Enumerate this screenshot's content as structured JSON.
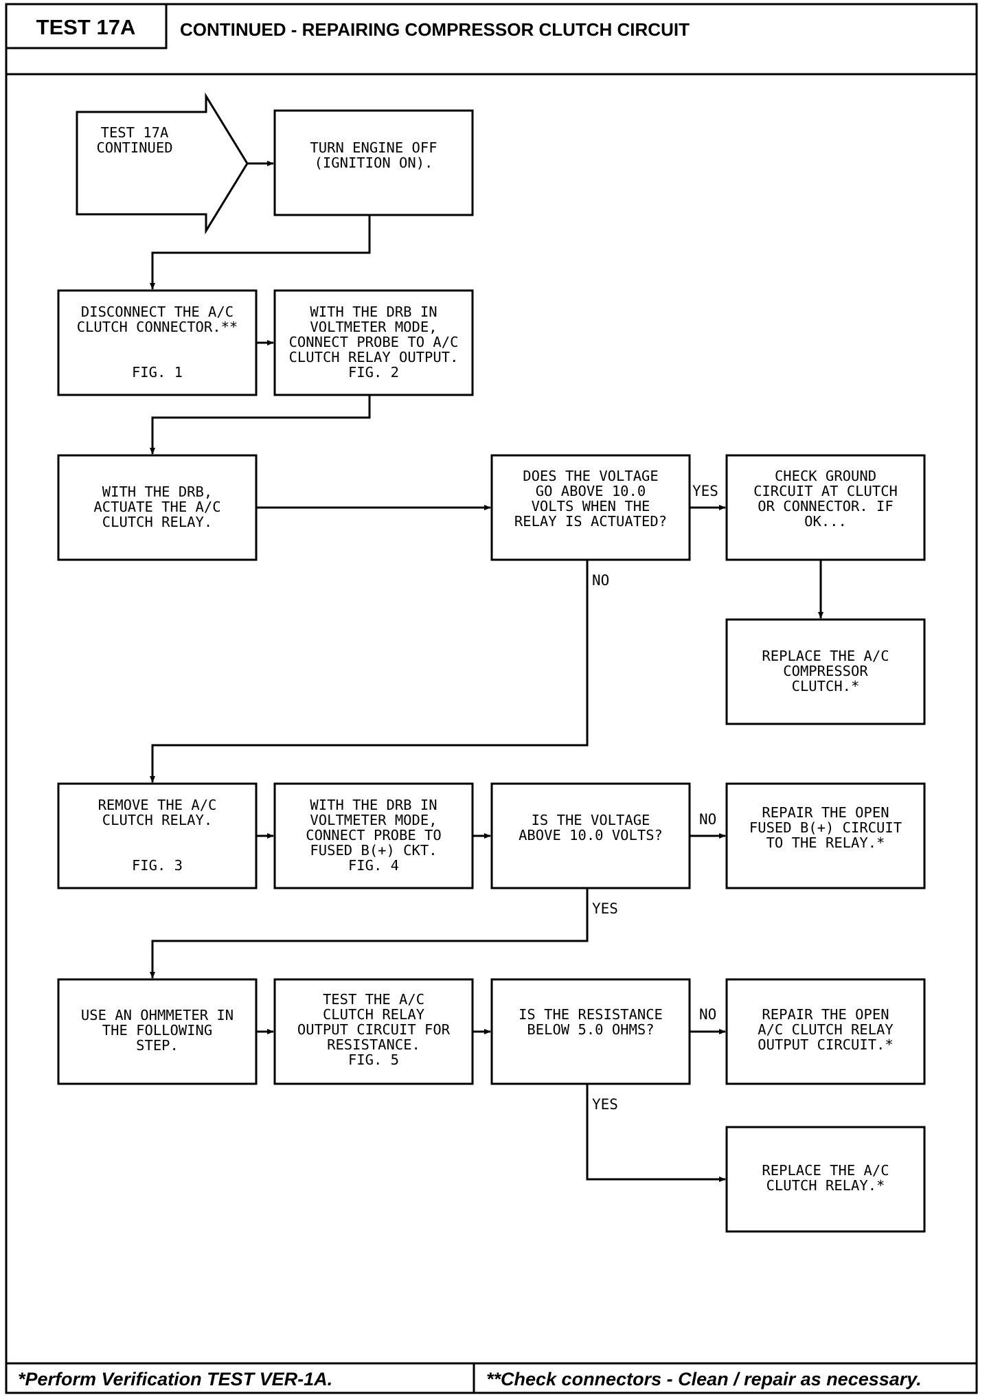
{
  "header": {
    "test_label": "TEST 17A",
    "title": "CONTINUED - REPAIRING COMPRESSOR CLUTCH CIRCUIT"
  },
  "footer": {
    "left_note": "*Perform Verification TEST VER-1A.",
    "right_note": "**Check connectors - Clean / repair as necessary."
  },
  "flowchart": {
    "start": [
      "TEST 17A",
      "CONTINUED"
    ],
    "boxes": {
      "turn_engine_off": [
        "TURN ENGINE OFF",
        "(IGNITION ON)."
      ],
      "disconnect_clutch": [
        "DISCONNECT THE A/C",
        "CLUTCH CONNECTOR.**",
        "",
        "",
        "FIG. 1"
      ],
      "drb_voltmeter_output": [
        "WITH THE DRB IN",
        "VOLTMETER MODE,",
        "CONNECT PROBE TO A/C",
        "CLUTCH RELAY OUTPUT.",
        "FIG. 2"
      ],
      "actuate_relay": [
        "WITH THE DRB,",
        "ACTUATE THE A/C",
        "CLUTCH RELAY."
      ],
      "voltage_above_10_actuated": [
        "DOES THE VOLTAGE",
        "GO ABOVE 10.0",
        "VOLTS WHEN THE",
        "RELAY IS ACTUATED?"
      ],
      "check_ground": [
        "CHECK GROUND",
        "CIRCUIT AT CLUTCH",
        "OR CONNECTOR. IF",
        "OK..."
      ],
      "replace_compressor_clutch": [
        "REPLACE THE A/C",
        "COMPRESSOR",
        "CLUTCH.*"
      ],
      "remove_relay": [
        "REMOVE THE A/C",
        "CLUTCH RELAY.",
        "",
        "",
        "FIG. 3"
      ],
      "drb_voltmeter_fused": [
        "WITH THE DRB IN",
        "VOLTMETER MODE,",
        "CONNECT PROBE TO",
        "FUSED B(+) CKT.",
        "FIG. 4"
      ],
      "voltage_above_10": [
        "IS THE VOLTAGE",
        "ABOVE 10.0 VOLTS?"
      ],
      "repair_fused_b": [
        "REPAIR THE OPEN",
        "FUSED B(+) CIRCUIT",
        "TO THE RELAY.*"
      ],
      "use_ohmmeter": [
        "USE AN OHMMETER IN",
        "THE FOLLOWING",
        "STEP."
      ],
      "test_output_resistance": [
        "TEST THE A/C",
        "CLUTCH RELAY",
        "OUTPUT CIRCUIT FOR",
        "RESISTANCE.",
        "FIG. 5"
      ],
      "resistance_below_5": [
        "IS THE RESISTANCE",
        "BELOW 5.0 OHMS?"
      ],
      "repair_output_circuit": [
        "REPAIR THE OPEN",
        "A/C CLUTCH RELAY",
        "OUTPUT CIRCUIT.*"
      ],
      "replace_relay": [
        "REPLACE THE A/C",
        "CLUTCH RELAY.*"
      ]
    },
    "labels": {
      "yes_1": "YES",
      "no_1": "NO",
      "no_2": "NO",
      "yes_2": "YES",
      "no_3": "NO",
      "yes_3": "YES"
    }
  }
}
